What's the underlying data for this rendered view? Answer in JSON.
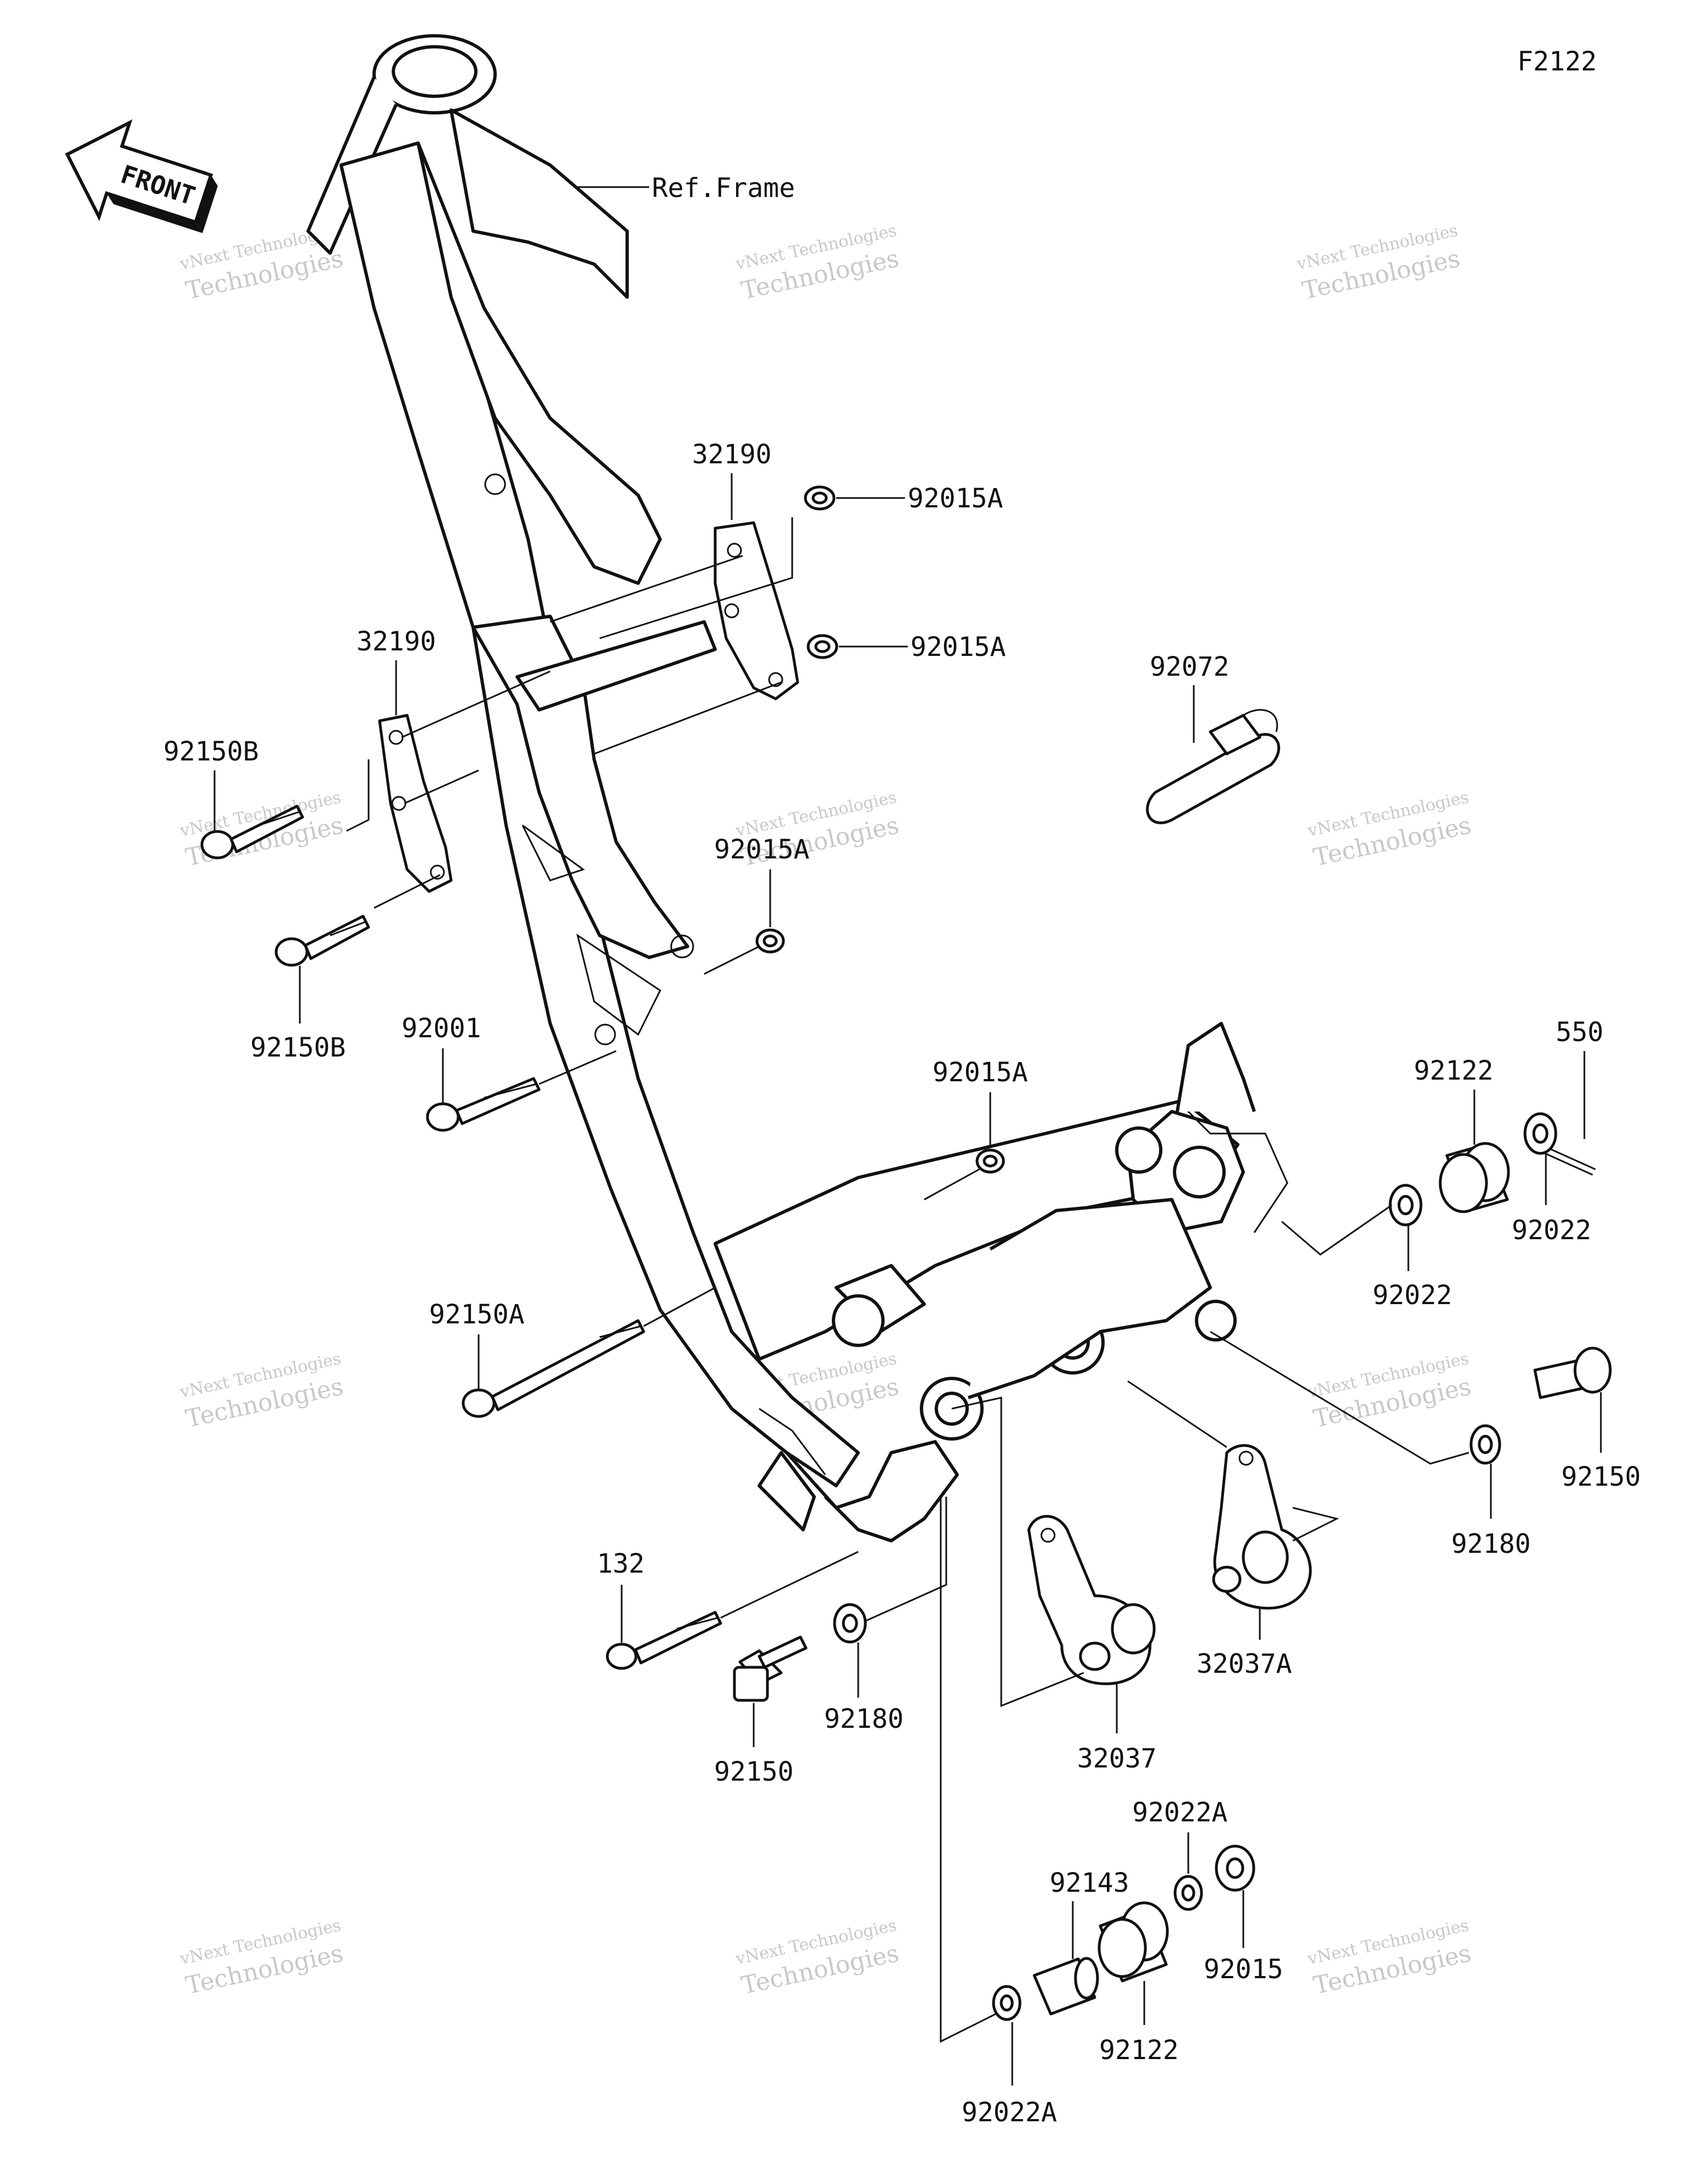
{
  "figure_code": "F2122",
  "front_label": "FRONT",
  "ref_frame_label": "Ref.Frame",
  "watermark": {
    "line1": "vNext Technologies",
    "line2": "Technologies"
  },
  "parts": [
    {
      "id": "p1",
      "number": "32190"
    },
    {
      "id": "p2",
      "number": "92015A"
    },
    {
      "id": "p3",
      "number": "92015A"
    },
    {
      "id": "p4",
      "number": "32190"
    },
    {
      "id": "p5",
      "number": "92150B"
    },
    {
      "id": "p6",
      "number": "92150B"
    },
    {
      "id": "p7",
      "number": "92015A"
    },
    {
      "id": "p8",
      "number": "92001"
    },
    {
      "id": "p9",
      "number": "92072"
    },
    {
      "id": "p10",
      "number": "92015A"
    },
    {
      "id": "p11",
      "number": "550"
    },
    {
      "id": "p12",
      "number": "92122"
    },
    {
      "id": "p13",
      "number": "92022"
    },
    {
      "id": "p14",
      "number": "92022"
    },
    {
      "id": "p15",
      "number": "92150A"
    },
    {
      "id": "p16",
      "number": "92150"
    },
    {
      "id": "p17",
      "number": "92180"
    },
    {
      "id": "p18",
      "number": "132"
    },
    {
      "id": "p19",
      "number": "92180"
    },
    {
      "id": "p20",
      "number": "32037A"
    },
    {
      "id": "p21",
      "number": "32037"
    },
    {
      "id": "p22",
      "number": "92150"
    },
    {
      "id": "p23",
      "number": "92022A"
    },
    {
      "id": "p24",
      "number": "92143"
    },
    {
      "id": "p25",
      "number": "92015"
    },
    {
      "id": "p26",
      "number": "92122"
    },
    {
      "id": "p27",
      "number": "92022A"
    }
  ]
}
